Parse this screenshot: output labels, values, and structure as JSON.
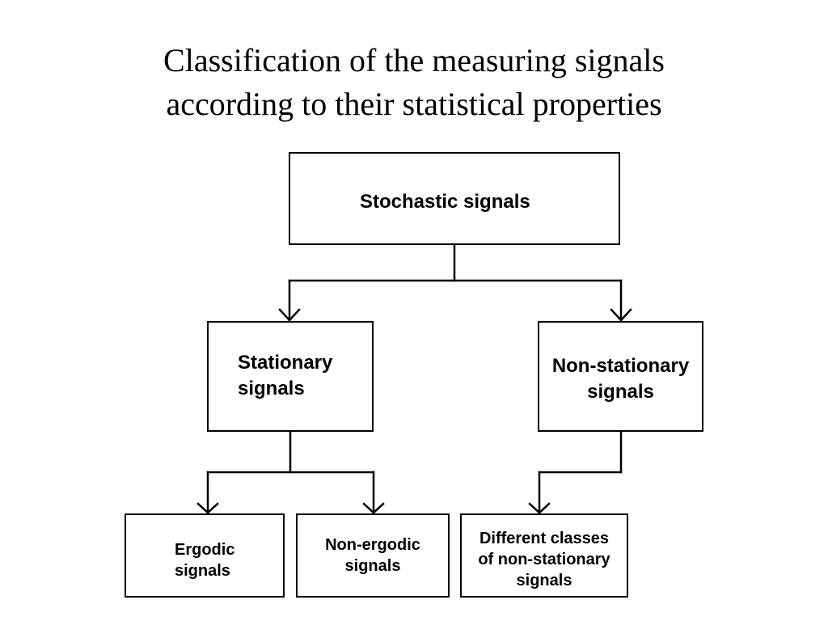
{
  "title": {
    "line1": "Classification of the measuring signals",
    "line2": "according to their statistical properties"
  },
  "nodes": {
    "root": "Stochastic signals",
    "stationary": "Stationary\nsignals",
    "non_stationary": "Non-stationary\nsignals",
    "ergodic": "Ergodic\nsignals",
    "non_ergodic": "Non-ergodic\nsignals",
    "different_classes": "Different classes\nof non-stationary\nsignals"
  },
  "colors": {
    "background": "#ffffff",
    "stroke": "#000000",
    "text": "#000000"
  }
}
